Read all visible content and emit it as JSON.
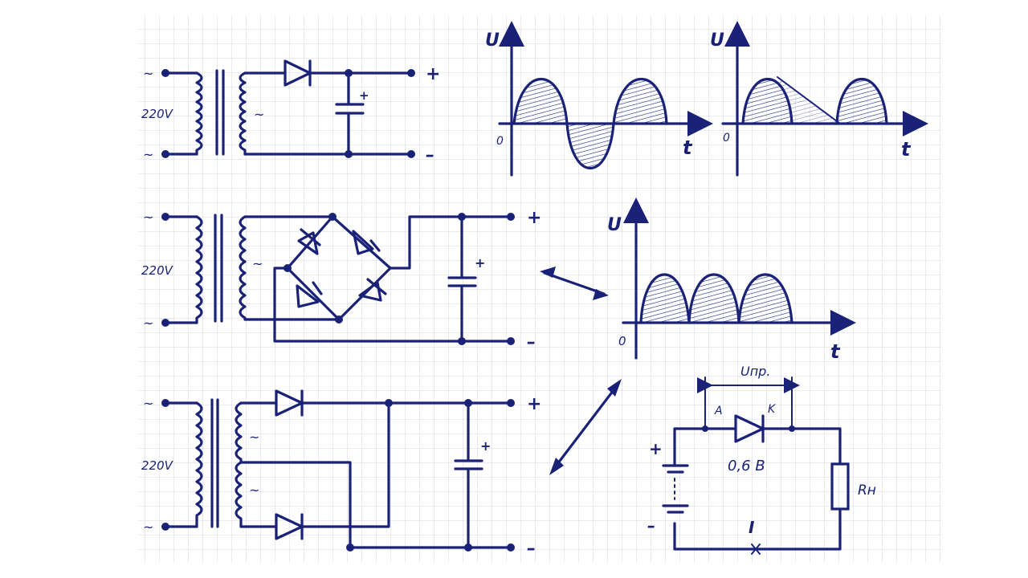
{
  "colors": {
    "ink": "#1a2278",
    "paper": "#ffffff",
    "grid": "#c9cbd6"
  },
  "circuit_half_wave": {
    "mains_voltage": "220V",
    "ac_symbol": "~",
    "plus": "+",
    "minus": "–",
    "cap_plus": "+"
  },
  "graph_sine": {
    "axis_u": "U",
    "axis_t": "t",
    "origin": "0"
  },
  "graph_half_rect": {
    "axis_u": "U",
    "axis_t": "t",
    "origin": "0"
  },
  "circuit_bridge": {
    "mains_voltage": "220V",
    "ac_symbol": "~",
    "plus": "+",
    "minus": "–",
    "cap_plus": "+"
  },
  "graph_full_rect": {
    "axis_u": "U",
    "axis_t": "t",
    "origin": "0"
  },
  "circuit_center_tap": {
    "mains_voltage": "220V",
    "ac_symbol": "~",
    "plus": "+",
    "minus": "–",
    "cap_plus": "+"
  },
  "circuit_diode_drop": {
    "u_label": "Uпр.",
    "anode": "A",
    "cathode": "K",
    "drop": "0,6 B",
    "load": "Rн",
    "current": "I",
    "plus": "+",
    "minus": "–"
  }
}
